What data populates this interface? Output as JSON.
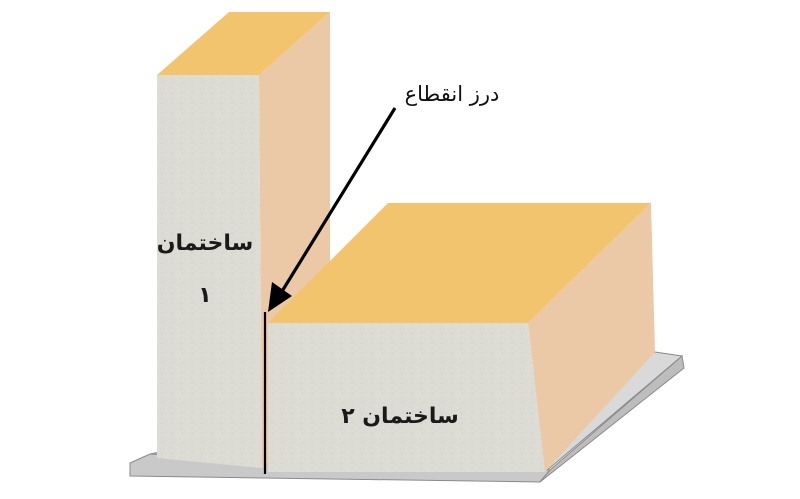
{
  "labels": {
    "joint": "درز انقطاع",
    "building1_line1": "ساختمان",
    "building1_line2": "۱",
    "building2": "ساختمان ۲"
  },
  "colors": {
    "front_face": "#dcdcd4",
    "side_face": "#ecc9a6",
    "top_face": "#f2c46e",
    "base_top": "#d9d9d9",
    "base_front": "#c4c4c4",
    "base_edge": "#8a8a8a",
    "joint_line": "#000000",
    "arrow": "#000000"
  }
}
